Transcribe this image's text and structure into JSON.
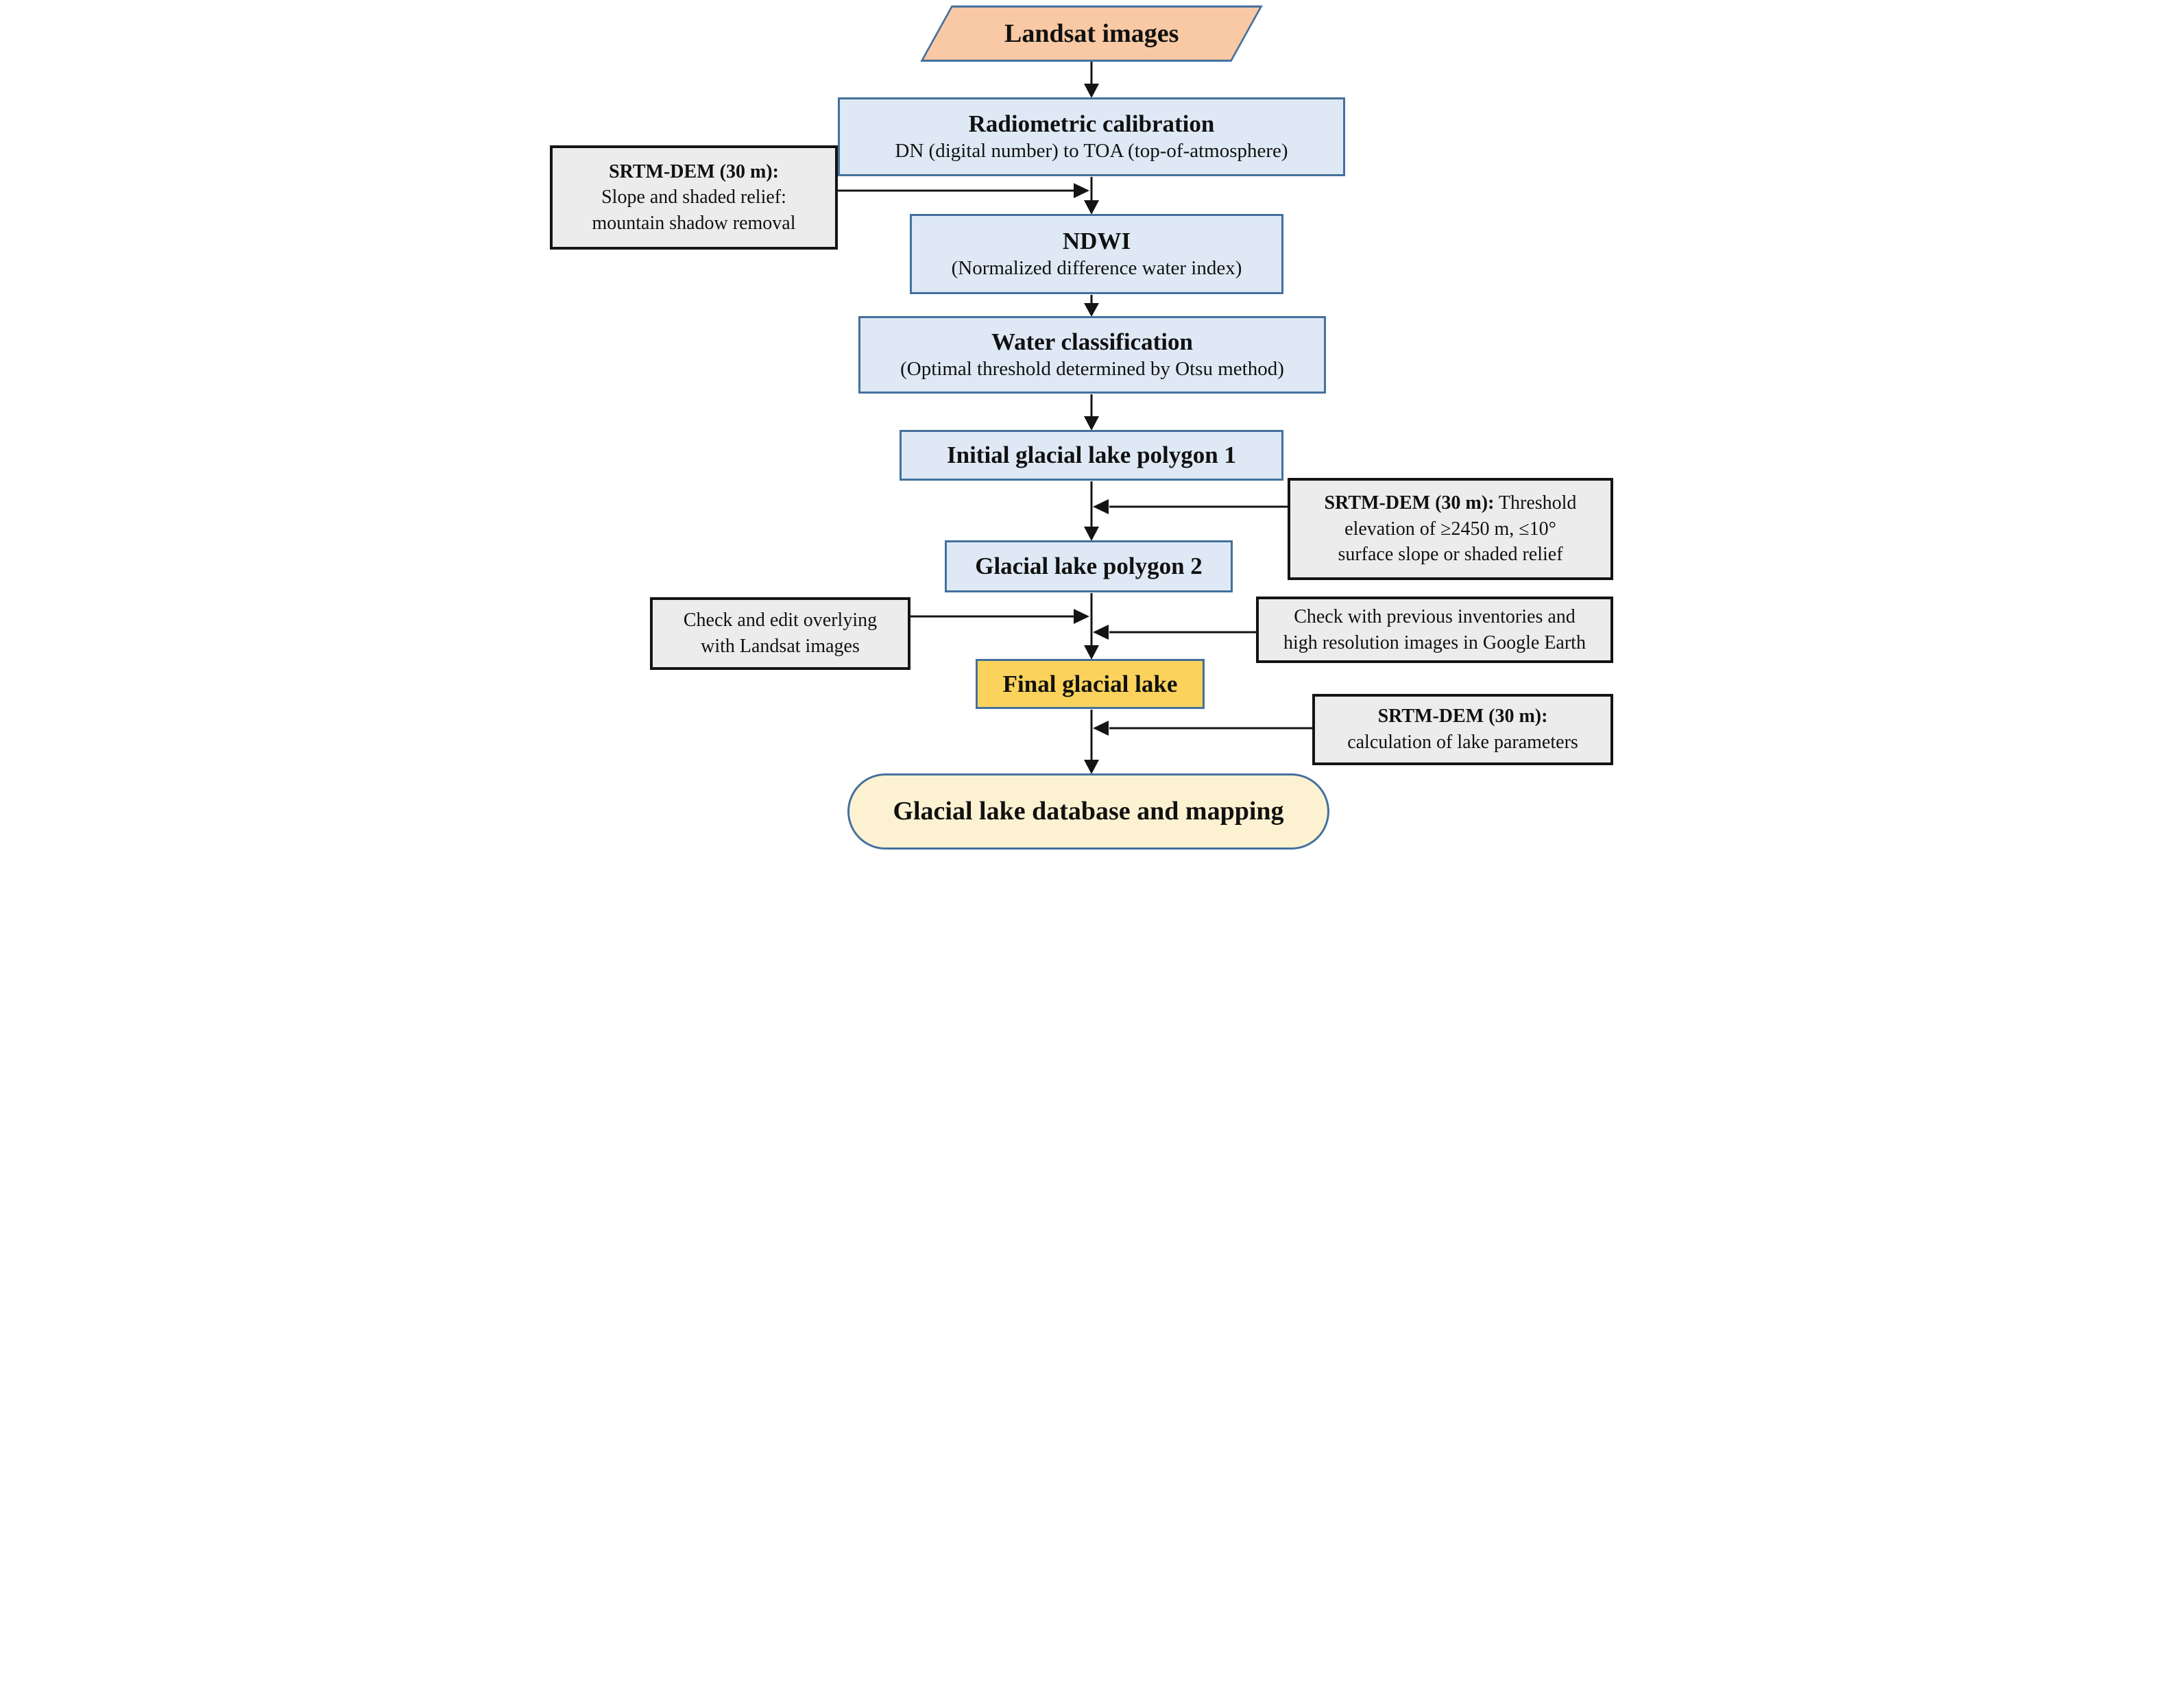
{
  "figure": {
    "description": "Glacial lake mapping workflow flowchart"
  },
  "nodes": {
    "landsat": {
      "title": "Landsat images"
    },
    "radiometric": {
      "title": "Radiometric calibration",
      "subtitle": "DN (digital number) to TOA (top-of-atmosphere)"
    },
    "srtm_shadow": {
      "title": "SRTM-DEM (30 m):",
      "line2": "Slope and shaded relief:",
      "line3": "mountain shadow removal"
    },
    "ndwi": {
      "title": "NDWI",
      "subtitle": "(Normalized difference water index)"
    },
    "water": {
      "title": "Water classification",
      "subtitle": "(Optimal threshold determined by Otsu method)"
    },
    "polygon1": {
      "title": "Initial glacial lake polygon 1"
    },
    "srtm_threshold": {
      "title_bold": "SRTM-DEM (30 m):",
      "title_rest": " Threshold",
      "line2": "elevation of ≥2450 m, ≤10°",
      "line3": "surface slope or shaded relief"
    },
    "polygon2": {
      "title": "Glacial lake polygon 2"
    },
    "check_edit": {
      "line1": "Check and edit overlying",
      "line2": "with Landsat images"
    },
    "check_previous": {
      "line1": "Check with previous inventories and",
      "line2": "high resolution images in Google Earth"
    },
    "final_lake": {
      "title": "Final glacial lake"
    },
    "srtm_params": {
      "title": "SRTM-DEM (30 m):",
      "line2": "calculation of lake parameters"
    },
    "database": {
      "title": "Glacial lake database and mapping"
    }
  },
  "colors": {
    "shape_border": "#44709D",
    "process_fill": "#DEE9F5",
    "start_fill": "#F8C9A4",
    "final_fill": "#FBD35C",
    "terminal_fill": "#FCF2D2",
    "note_fill": "#ECECEC",
    "note_border": "#141414",
    "line_color": "#141414",
    "text_color": "#111111"
  }
}
